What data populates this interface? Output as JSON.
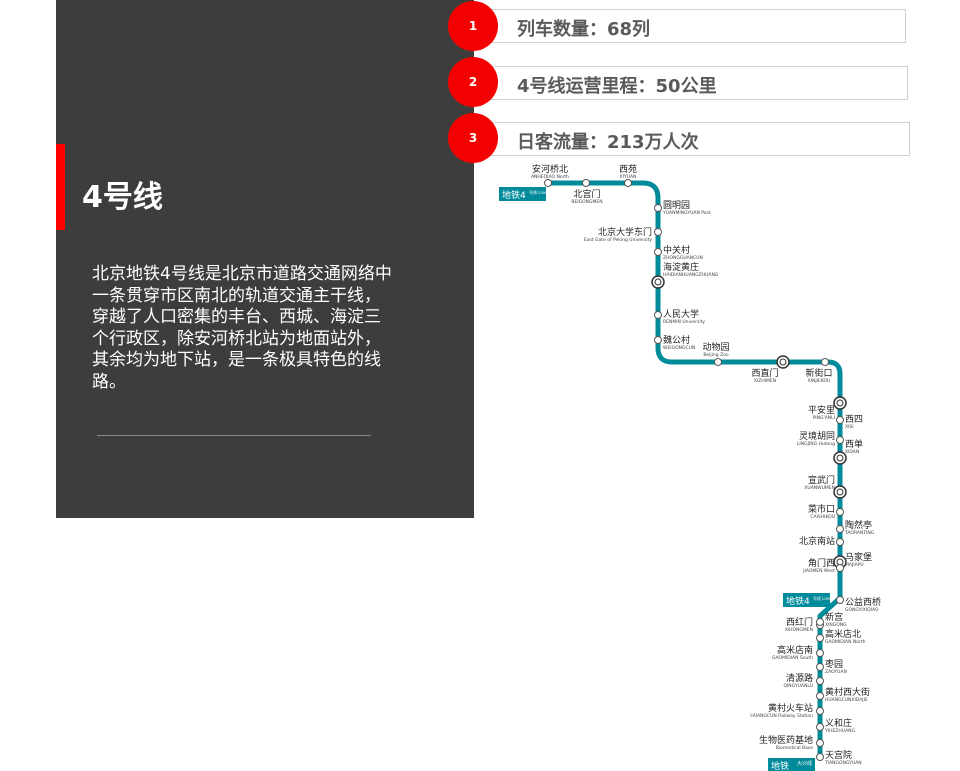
{
  "intro": {
    "title": "4号线",
    "description": "北京地铁4号线是北京市道路交通网络中一条贯穿市区南北的轨道交通主干线，穿越了人口密集的丰台、西城、海淀三个行政区，除安河桥北站为地面站外，其余均为地下站，是一条极具特色的线路。"
  },
  "stats": [
    {
      "num": "1",
      "text": "列车数量：68列"
    },
    {
      "num": "2",
      "text": "4号线运营里程：50公里"
    },
    {
      "num": "3",
      "text": "日客流量：213万人次"
    }
  ],
  "colors": {
    "accent": "#ff0000",
    "badge": "#f50000",
    "line": "#008b9b",
    "panel": "#3d3d3d"
  },
  "map": {
    "badges": [
      {
        "line": "地铁4",
        "sub": "号线 Line 4"
      },
      {
        "line": "地铁4",
        "sub": "号线 Line 4"
      },
      {
        "line": "地铁",
        "sub": "大兴线"
      }
    ],
    "stations": [
      {
        "cn": "安河桥北",
        "en": "ANHEQIAO North"
      },
      {
        "cn": "北宫门",
        "en": "BEIGONGMEN"
      },
      {
        "cn": "西苑",
        "en": "XIYUAN"
      },
      {
        "cn": "圆明园",
        "en": "YUANMINGYUAN Park"
      },
      {
        "cn": "北京大学东门",
        "en": "East Gate of Peking University"
      },
      {
        "cn": "中关村",
        "en": "ZHONGGUANCUN"
      },
      {
        "cn": "海淀黄庄",
        "en": "HAIDIANHUANGZHUANG"
      },
      {
        "cn": "人民大学",
        "en": "RENMIN University"
      },
      {
        "cn": "魏公村",
        "en": "WEIGONGCUN"
      },
      {
        "cn": "动物园",
        "en": "Beijing Zoo"
      },
      {
        "cn": "西直门",
        "en": "XIZHIMEN"
      },
      {
        "cn": "新街口",
        "en": "XINJIEKOU"
      },
      {
        "cn": "平安里",
        "en": "PING'ANLI"
      },
      {
        "cn": "西四",
        "en": "XISI"
      },
      {
        "cn": "灵境胡同",
        "en": "LINGJING Hutong"
      },
      {
        "cn": "西单",
        "en": "XIDAN"
      },
      {
        "cn": "宣武门",
        "en": "XUANWUMEN"
      },
      {
        "cn": "菜市口",
        "en": "CAISHIKOU"
      },
      {
        "cn": "陶然亭",
        "en": "TAORANTING"
      },
      {
        "cn": "北京南站",
        "en": ""
      },
      {
        "cn": "马家堡",
        "en": "MAJIAPU"
      },
      {
        "cn": "角门西",
        "en": "JIAOMEN West"
      },
      {
        "cn": "公益西桥",
        "en": "GONGYIXIQIAO"
      },
      {
        "cn": "西红门",
        "en": "XIHONGMEN"
      },
      {
        "cn": "新宫",
        "en": "XINGONG"
      },
      {
        "cn": "高米店北",
        "en": "GAOMIDIAN North"
      },
      {
        "cn": "高米店南",
        "en": "GAOMIDIAN South"
      },
      {
        "cn": "枣园",
        "en": "ZAOYUAN"
      },
      {
        "cn": "清源路",
        "en": "QINGYUANLU"
      },
      {
        "cn": "黄村西大街",
        "en": "HUANGCUNXIDAJIE"
      },
      {
        "cn": "黄村火车站",
        "en": "HUANGCUN Railway Station"
      },
      {
        "cn": "义和庄",
        "en": "YIHEZHUANG"
      },
      {
        "cn": "生物医药基地",
        "en": "Biomedical Base"
      },
      {
        "cn": "天宫院",
        "en": "TIANGONGYUAN"
      }
    ]
  }
}
